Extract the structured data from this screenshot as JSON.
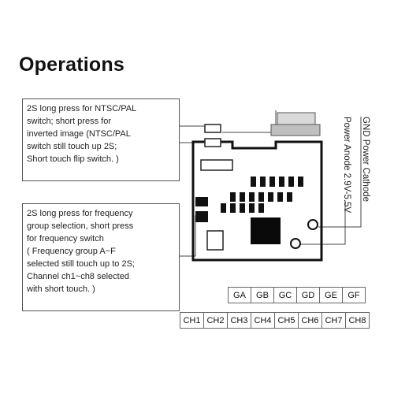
{
  "title": "Operations",
  "callouts": [
    {
      "lines": [
        "2S long press for NTSC/PAL",
        "switch; short press for",
        "inverted image (NTSC/PAL",
        "switch still touch up 2S;",
        "Short touch flip switch. )"
      ]
    },
    {
      "lines": [
        "2S long press for frequency",
        "group selection, short press",
        "for frequency switch",
        " ( Frequency group A~F",
        "selected still touch up to 2S;",
        "Channel ch1~ch8 selected",
        "with short touch. )"
      ]
    }
  ],
  "power_labels": {
    "gnd": "GND Power Cathode",
    "anode": "Power Anode 2.9V-5.5V"
  },
  "frequency_groups": [
    "GA",
    "GB",
    "GC",
    "GD",
    "GE",
    "GF"
  ],
  "channels": [
    "CH1",
    "CH2",
    "CH3",
    "CH4",
    "CH5",
    "CH6",
    "CH7",
    "CH8"
  ]
}
